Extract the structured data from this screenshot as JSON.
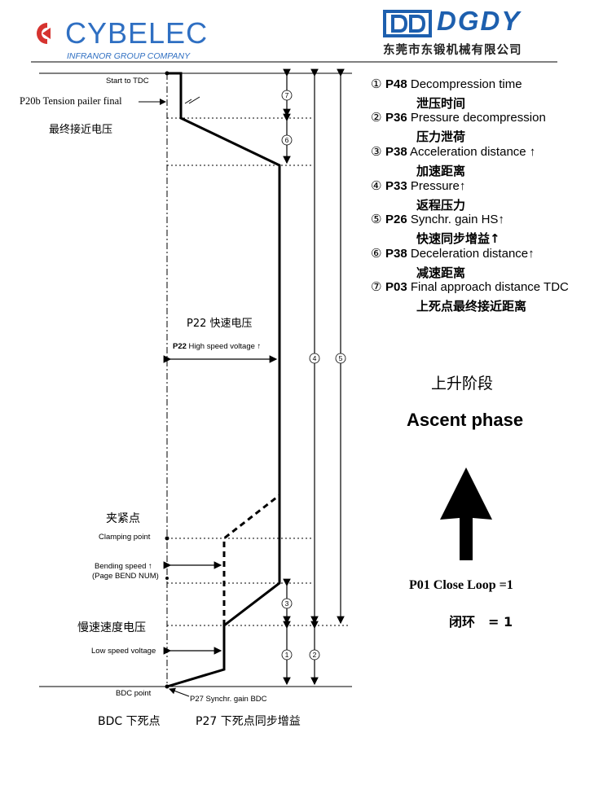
{
  "header": {
    "left_brand": "CYBELEC",
    "left_tagline": "INFRANOR GROUP COMPANY",
    "right_brand": "DGDY",
    "right_company": "东莞市东锻机械有限公司"
  },
  "legend": [
    {
      "num": "①",
      "code": "P48",
      "en": "Decompression time",
      "zh": "泄压时间"
    },
    {
      "num": "②",
      "code": "P36",
      "en": "Pressure decompression",
      "zh": "压力泄荷"
    },
    {
      "num": "③",
      "code": "P38",
      "en": "Acceleration distance ↑",
      "zh": "加速距离"
    },
    {
      "num": "④",
      "code": "P33",
      "en": "Pressure↑",
      "zh": "返程压力"
    },
    {
      "num": "⑤",
      "code": "P26",
      "en": "Synchr. gain HS↑",
      "zh": "快速同步增益↑"
    },
    {
      "num": "⑥",
      "code": "P38",
      "en": "Deceleration distance↑",
      "zh": "减速距离"
    },
    {
      "num": "⑦",
      "code": "P03",
      "en": "Final approach distance TDC",
      "zh": "上死点最终接近距离"
    }
  ],
  "labels": {
    "start_tdc": "Start to TDC",
    "p20b": "P20b Tension pailer final",
    "final_approach_zh": "最终接近电压",
    "p22_zh": "P22 快速电压",
    "p22_code": "P22",
    "p22_en": "High speed voltage",
    "clamp_zh": "夹紧点",
    "clamp_en": "Clamping point",
    "bending_speed": "Bending speed",
    "page_bend": "(Page BEND NUM)",
    "slow_zh": "慢速速度电压",
    "low_speed": "Low speed voltage",
    "bdc_point": "BDC point",
    "p27_en": "P27 Synchr. gain BDC",
    "bdc_zh": "BDC 下死点",
    "p27_zh": "P27 下死点同步增益"
  },
  "phase": {
    "title_zh": "上升阶段",
    "title_en": "Ascent phase",
    "loop_en": "P01 Close Loop =1",
    "loop_zh": "闭环　= 1"
  },
  "markers": {
    "m1": "1",
    "m2": "2",
    "m3": "3",
    "m4": "4",
    "m5": "5",
    "m6": "6",
    "m7": "7"
  },
  "colors": {
    "cybelec_blue": "#2f6fc2",
    "cybelec_red": "#d6332f",
    "dgdy_blue": "#1d5fae"
  }
}
